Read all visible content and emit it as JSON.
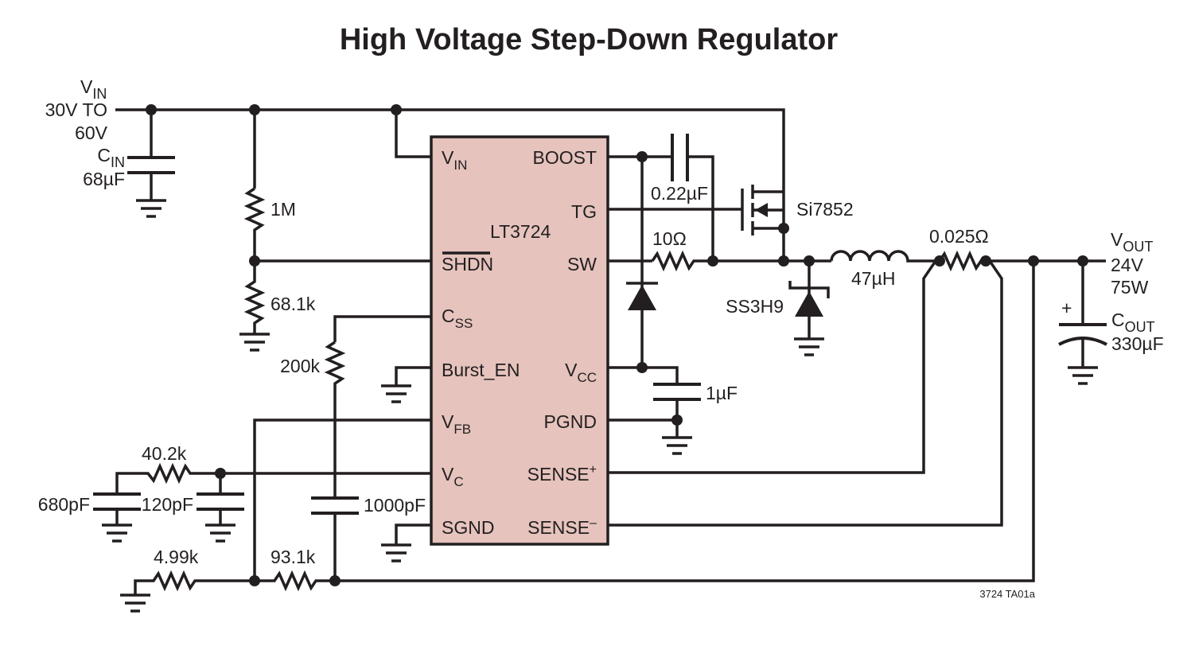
{
  "title": "High Voltage Step-Down Regulator",
  "ic": {
    "name": "LT3724",
    "fill_color": "#e6c3bd",
    "pins_left": {
      "vin": {
        "main": "V",
        "sub": "IN"
      },
      "shdn": "SHDN",
      "css": {
        "main": "C",
        "sub": "SS"
      },
      "burst_en": "Burst_EN",
      "vfb": {
        "main": "V",
        "sub": "FB"
      },
      "vc": {
        "main": "V",
        "sub": "C"
      },
      "sgnd": "SGND"
    },
    "pins_right": {
      "boost": "BOOST",
      "tg": "TG",
      "sw": "SW",
      "vcc": {
        "main": "V",
        "sub": "CC"
      },
      "pgnd": "PGND",
      "sense_plus": {
        "main": "SENSE",
        "sup": "+"
      },
      "sense_minus": {
        "main": "SENSE",
        "sup": "–"
      }
    }
  },
  "input": {
    "vin_main": "V",
    "vin_sub": "IN",
    "range_line1": "30V TO",
    "range_line2": "60V"
  },
  "output": {
    "vout_main": "V",
    "vout_sub": "OUT",
    "voltage": "24V",
    "power": "75W"
  },
  "components": {
    "cin_main": "C",
    "cin_sub": "IN",
    "cin_value": "68µF",
    "r_1m": "1M",
    "r_68k": "68.1k",
    "r_200k": "200k",
    "c_boost": "0.22µF",
    "mosfet": "Si7852",
    "r_10": "10Ω",
    "diode": "SS3H9",
    "inductor": "47µH",
    "r_sense": "0.025Ω",
    "cout_plus": "+",
    "cout_main": "C",
    "cout_sub": "OUT",
    "cout_value": "330µF",
    "c_vcc": "1µF",
    "r_40k": "40.2k",
    "c_680": "680pF",
    "c_120": "120pF",
    "c_1000": "1000pF",
    "r_499": "4.99k",
    "r_931": "93.1k"
  },
  "figure_id": "3724 TA01a"
}
